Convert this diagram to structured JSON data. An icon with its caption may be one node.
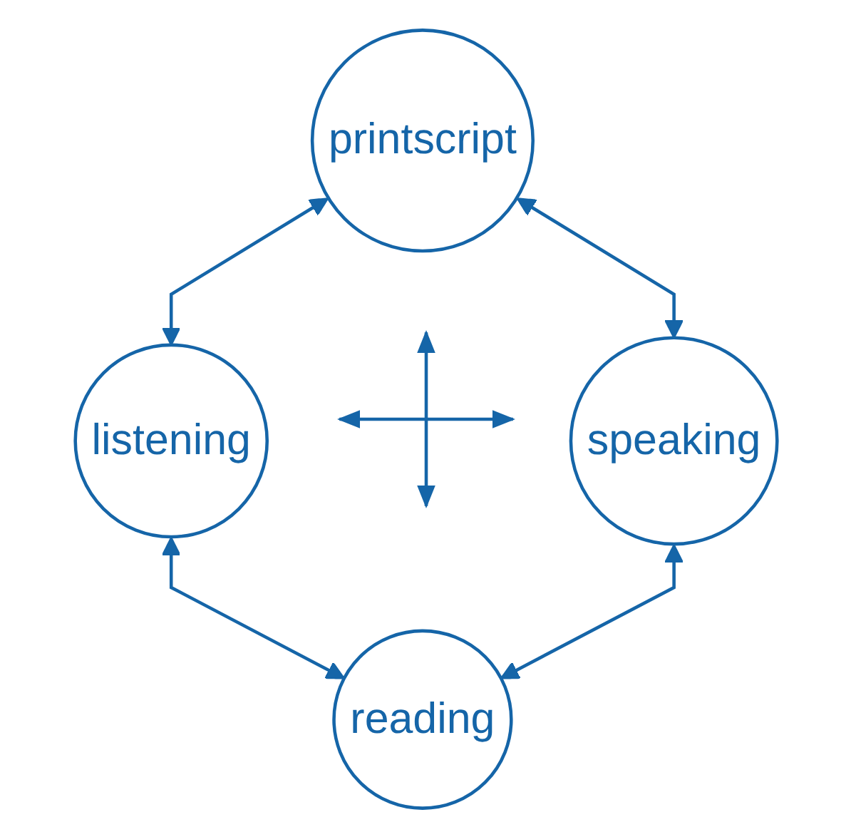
{
  "diagram": {
    "nodes": [
      {
        "text": [
          "printscript"
        ]
      },
      {
        "text": [
          "listening"
        ]
      },
      {
        "text": [
          "speaking"
        ]
      },
      {
        "text": [
          "reading"
        ]
      }
    ],
    "edges": [
      {
        "from": 0,
        "to": 1,
        "arrow": "both"
      },
      {
        "from": 0,
        "to": 2,
        "arrow": "both"
      },
      {
        "from": 1,
        "to": 3,
        "arrow": "both"
      },
      {
        "from": 2,
        "to": 3,
        "arrow": "both"
      }
    ]
  }
}
